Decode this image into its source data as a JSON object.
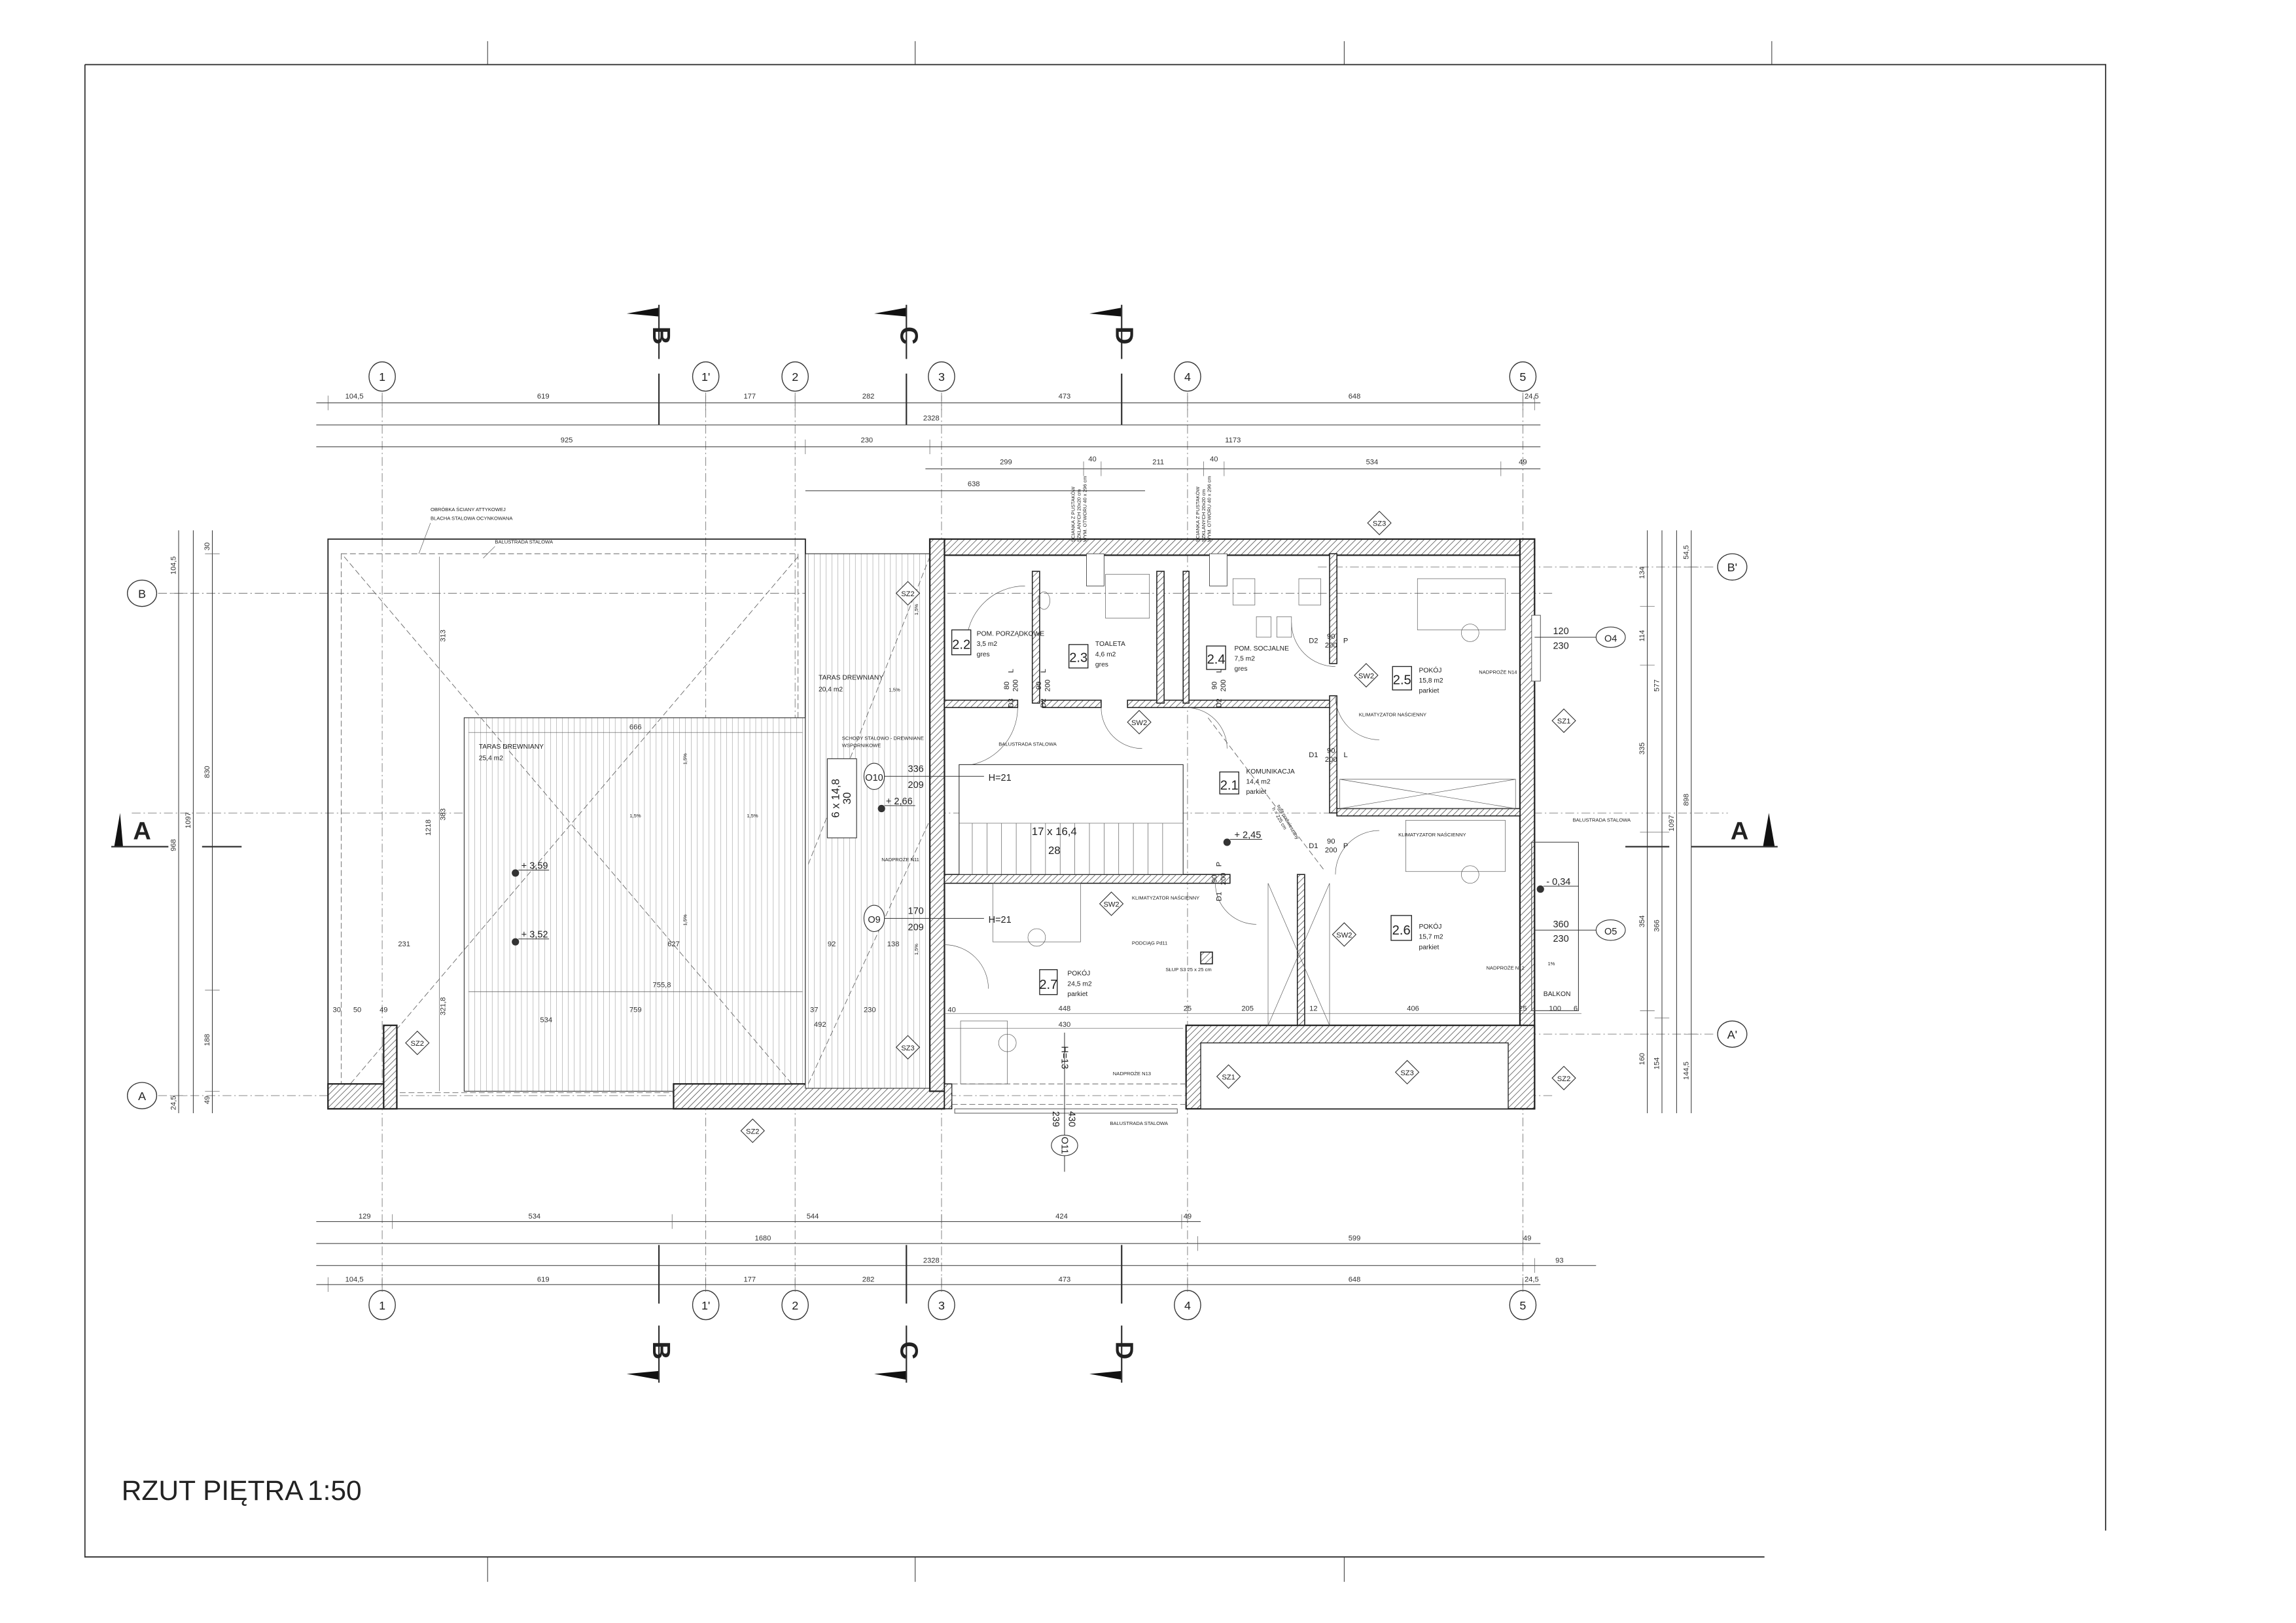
{
  "title": {
    "text": "RZUT PIĘTRA",
    "scale": "1:50"
  },
  "grid": {
    "columns": [
      "1",
      "1'",
      "2",
      "3",
      "4",
      "5"
    ],
    "rows_left": [
      "B",
      "A"
    ],
    "rows_right": [
      "B'",
      "A'"
    ]
  },
  "sections": [
    "A",
    "B",
    "C",
    "D"
  ],
  "dims": {
    "top1": [
      "104,5",
      "619",
      "177",
      "282",
      "473",
      "648",
      "24,5"
    ],
    "top2": [
      "2328"
    ],
    "top3": [
      "925",
      "230",
      "1173"
    ],
    "top4": [
      "299",
      "40",
      "211",
      "40",
      "534",
      "49"
    ],
    "top5": [
      "638"
    ],
    "bottom1": [
      "129",
      "534",
      "544",
      "424",
      "49"
    ],
    "bottom2": [
      "1680",
      "599",
      "49"
    ],
    "bottom3": [
      "2328",
      "93"
    ],
    "bottom4": [
      "104,5",
      "619",
      "177",
      "282",
      "473",
      "648",
      "24,5"
    ],
    "left1": [
      "104,5",
      "968",
      "24,5"
    ],
    "left2": [
      "1097"
    ],
    "left3": [
      "30",
      "830",
      "188",
      "49"
    ],
    "right1": [
      "134",
      "114",
      "335",
      "354",
      "160"
    ],
    "right2": [
      "577",
      "366",
      "154"
    ],
    "right3": [
      "1097"
    ],
    "right4": [
      "54,5",
      "898",
      "144,5"
    ],
    "terrace": [
      "666",
      "1218",
      "383",
      "313",
      "755,8",
      "231",
      "627",
      "534",
      "759",
      "30",
      "50",
      "49",
      "321,8",
      "92",
      "138",
      "37",
      "230",
      "492"
    ],
    "room27": [
      "40",
      "448",
      "430",
      "25",
      "205",
      "12",
      "406",
      "25",
      "100",
      "6"
    ]
  },
  "rooms": [
    {
      "number": "2.1",
      "name": "KOMUNIKACJA",
      "area": "14,4 m2",
      "finish": "parkiet"
    },
    {
      "number": "2.2",
      "name": "POM. PORZĄDKOWE",
      "area": "3,5 m2",
      "finish": "gres"
    },
    {
      "number": "2.3",
      "name": "TOALETA",
      "area": "4,6 m2",
      "finish": "gres"
    },
    {
      "number": "2.4",
      "name": "POM. SOCJALNE",
      "area": "7,5 m2",
      "finish": "gres"
    },
    {
      "number": "2.5",
      "name": "POKÓJ",
      "area": "15,8 m2",
      "finish": "parkiet"
    },
    {
      "number": "2.6",
      "name": "POKÓJ",
      "area": "15,7 m2",
      "finish": "parkiet"
    },
    {
      "number": "2.7",
      "name": "POKÓJ",
      "area": "24,5 m2",
      "finish": "parkiet"
    }
  ],
  "terraces": [
    {
      "name": "TARAS DREWNIANY",
      "area": "25,4 m2"
    },
    {
      "name": "TARAS DREWNIANY",
      "area": "20,4 m2"
    }
  ],
  "balcony": "BALKON",
  "doors": [
    {
      "id": "D3",
      "width": "80",
      "height": "200",
      "side": "L"
    },
    {
      "id": "D2",
      "width": "90",
      "height": "200",
      "side": "L"
    },
    {
      "id": "D2",
      "width": "90",
      "height": "200",
      "side": "L"
    },
    {
      "id": "D2",
      "width": "90",
      "height": "200",
      "side": "P"
    },
    {
      "id": "D1",
      "width": "90",
      "height": "200",
      "side": "L"
    },
    {
      "id": "D1",
      "width": "90",
      "height": "200",
      "side": "P"
    },
    {
      "id": "D1",
      "width": "90",
      "height": "200",
      "side": "P"
    }
  ],
  "windows": [
    {
      "id": "O4",
      "width": "120",
      "height": "230"
    },
    {
      "id": "O5",
      "width": "360",
      "height": "230"
    },
    {
      "id": "O10",
      "width": "336",
      "height": "209",
      "sill": "H=21"
    },
    {
      "id": "O9",
      "width": "170",
      "height": "209",
      "sill": "H=21"
    },
    {
      "id": "O11",
      "width": "430",
      "height": "239",
      "sill": "H=13"
    }
  ],
  "elevations": [
    "+ 3,59",
    "+ 3,52",
    "+ 2,66",
    "+ 2,45",
    "- 0,34"
  ],
  "stairs": [
    {
      "steps": "17 x 16,4",
      "tread": "28"
    },
    {
      "steps": "6 x 14,8",
      "tread": "30"
    }
  ],
  "wall_tags": [
    "SZ2",
    "SZ3",
    "SW2",
    "SZ1",
    "SW2",
    "SW2",
    "SW2",
    "SZ2",
    "SZ3",
    "SZ2",
    "SZ1",
    "SZ3",
    "SZ2"
  ],
  "slopes": [
    "1,5%",
    "1,5%",
    "1,5%",
    "1,5%",
    "1,5%",
    "1,5%",
    "1,5%",
    "1%"
  ],
  "notes": {
    "attic_1": "OBRÓBKA ŚCIANY ATTYKOWEJ",
    "attic_2": "BLACHA STALOWA OCYNKOWANA",
    "balustrade": "BALUSTRADA STALOWA",
    "stairs_1": "SCHODY STALOWO - DREWNIANE",
    "stairs_2": "WSPORNIKOWE",
    "n11": "NADPROŻE N11",
    "n12": "NADPROŻE N12",
    "n13": "NADPROŻE N13",
    "n14": "NADPROŻE N14",
    "ac": "KLIMATYZATOR NAŚCIENNY",
    "beam": "PODCIĄG Pd11",
    "column": "SŁUP S3  25 x 25 cm",
    "glass_1": "ŚCIANKA Z PUSTAKÓW",
    "glass_2": "SZKLANYCH 20x20 cm",
    "glass_3": "WYM. OTWORU 40 x 296 cm",
    "ceiling_1": "sufit podwieszany",
    "ceiling_2": "h = 225 cm"
  }
}
